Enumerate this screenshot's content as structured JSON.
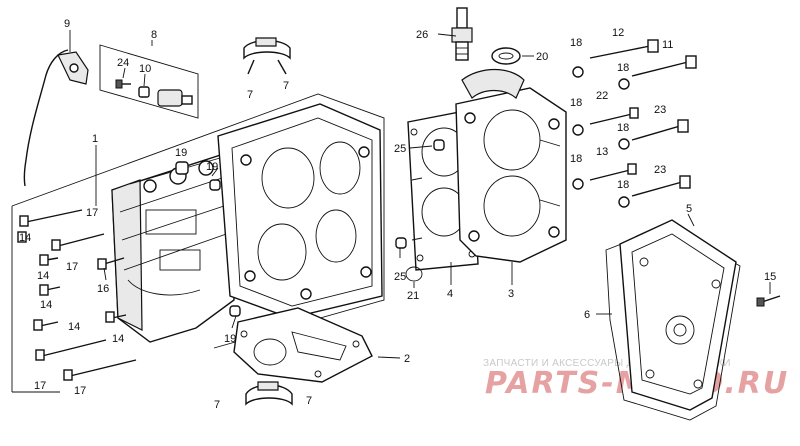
{
  "diagram": {
    "callouts": {
      "c1": "1",
      "c2": "2",
      "c3": "3",
      "c4": "4",
      "c5": "5",
      "c6": "6",
      "c7a": "7",
      "c7b": "7",
      "c7c": "7",
      "c7d": "7",
      "c8": "8",
      "c9": "9",
      "c10": "10",
      "c11": "11",
      "c12": "12",
      "c13": "13",
      "c14a": "14",
      "c14b": "14",
      "c14c": "14",
      "c14d": "14",
      "c14e": "14",
      "c15": "15",
      "c16": "16",
      "c17a": "17",
      "c17b": "17",
      "c17c": "17",
      "c17d": "17",
      "c18a": "18",
      "c18b": "18",
      "c18c": "18",
      "c18d": "18",
      "c18e": "18",
      "c18f": "18",
      "c19a": "19",
      "c19b": "19",
      "c19c": "19",
      "c20": "20",
      "c21": "21",
      "c22": "22",
      "c23a": "23",
      "c23b": "23",
      "c24": "24",
      "c25a": "25",
      "c25b": "25",
      "c26": "26"
    }
  },
  "watermark": {
    "caption": "ЗАПЧАСТИ И АКСЕССУАРЫ ДЛЯ МОТОТЕХНИКИ",
    "brand": "PARTS-MOTO.RU",
    "brand_color": "#e6a2a2"
  }
}
